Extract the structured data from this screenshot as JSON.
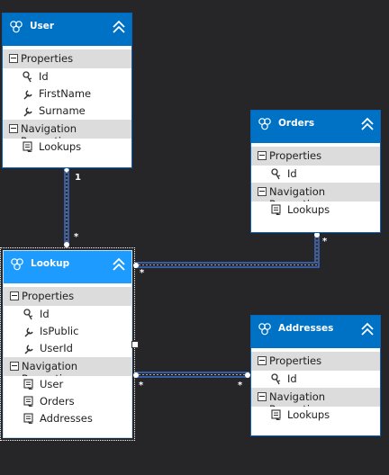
{
  "entities": {
    "user": {
      "title": "User",
      "properties_label": "Properties",
      "properties": [
        "Id",
        "FirstName",
        "Surname"
      ],
      "nav_label": "Navigation Properties",
      "nav": [
        "Lookups"
      ]
    },
    "orders": {
      "title": "Orders",
      "properties_label": "Properties",
      "properties": [
        "Id"
      ],
      "nav_label": "Navigation Properties",
      "nav": [
        "Lookups"
      ]
    },
    "lookup": {
      "title": "Lookup",
      "properties_label": "Properties",
      "properties": [
        "Id",
        "IsPublic",
        "UserId"
      ],
      "nav_label": "Navigation Properties",
      "nav": [
        "User",
        "Orders",
        "Addresses"
      ]
    },
    "addresses": {
      "title": "Addresses",
      "properties_label": "Properties",
      "properties": [
        "Id"
      ],
      "nav_label": "Navigation Properties",
      "nav": [
        "Lookups"
      ]
    }
  },
  "associations": {
    "user_lookup": {
      "end_user": "1",
      "end_lookup": "*"
    },
    "lookup_orders": {
      "end_lookup": "*",
      "end_orders": "*"
    },
    "lookup_addresses": {
      "end_lookup": "*",
      "end_addresses": "*"
    }
  },
  "colors": {
    "background": "#262629",
    "header": "#0072c6",
    "header_selected": "#1e9bff",
    "connector": "#5a8fd6"
  }
}
